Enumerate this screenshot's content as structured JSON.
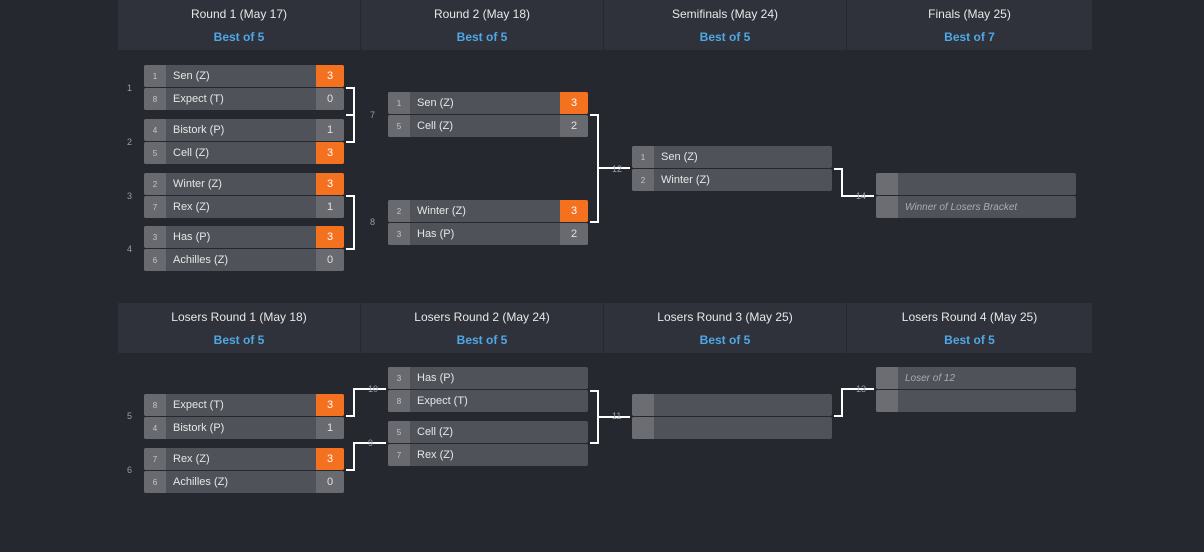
{
  "winners_headers": [
    {
      "title": "Round 1 (May 17)",
      "sub": "Best of 5"
    },
    {
      "title": "Round 2 (May 18)",
      "sub": "Best of 5"
    },
    {
      "title": "Semifinals (May 24)",
      "sub": "Best of 5"
    },
    {
      "title": "Finals (May 25)",
      "sub": "Best of 7"
    }
  ],
  "losers_headers": [
    {
      "title": "Losers Round 1 (May 18)",
      "sub": "Best of 5"
    },
    {
      "title": "Losers Round 2 (May 24)",
      "sub": "Best of 5"
    },
    {
      "title": "Losers Round 3 (May 25)",
      "sub": "Best of 5"
    },
    {
      "title": "Losers Round 4 (May 25)",
      "sub": "Best of 5"
    }
  ],
  "labels": {
    "m1": "1",
    "m2": "2",
    "m3": "3",
    "m4": "4",
    "m5": "5",
    "m6": "6",
    "m7": "7",
    "m8": "8",
    "m9": "9",
    "m10": "10",
    "m11": "11",
    "m12": "12",
    "m13": "13",
    "m14": "14"
  },
  "matches": {
    "m1": [
      {
        "seed": "1",
        "name": "Sen (Z)",
        "score": "3"
      },
      {
        "seed": "8",
        "name": "Expect (T)",
        "score": "0"
      }
    ],
    "m2": [
      {
        "seed": "4",
        "name": "Bistork (P)",
        "score": "1"
      },
      {
        "seed": "5",
        "name": "Cell (Z)",
        "score": "3"
      }
    ],
    "m3": [
      {
        "seed": "2",
        "name": "Winter (Z)",
        "score": "3"
      },
      {
        "seed": "7",
        "name": "Rex (Z)",
        "score": "1"
      }
    ],
    "m4": [
      {
        "seed": "3",
        "name": "Has (P)",
        "score": "3"
      },
      {
        "seed": "6",
        "name": "Achilles (Z)",
        "score": "0"
      }
    ],
    "m7": [
      {
        "seed": "1",
        "name": "Sen (Z)",
        "score": "3"
      },
      {
        "seed": "5",
        "name": "Cell (Z)",
        "score": "2"
      }
    ],
    "m8": [
      {
        "seed": "2",
        "name": "Winter (Z)",
        "score": "3"
      },
      {
        "seed": "3",
        "name": "Has (P)",
        "score": "2"
      }
    ],
    "m12": [
      {
        "seed": "1",
        "name": "Sen (Z)",
        "score": ""
      },
      {
        "seed": "2",
        "name": "Winter (Z)",
        "score": ""
      }
    ],
    "m14": [
      {
        "seed": "",
        "name": "",
        "score": ""
      },
      {
        "seed": "",
        "name": "Winner of Losers Bracket",
        "score": ""
      }
    ],
    "m5": [
      {
        "seed": "8",
        "name": "Expect (T)",
        "score": "3"
      },
      {
        "seed": "4",
        "name": "Bistork (P)",
        "score": "1"
      }
    ],
    "m6": [
      {
        "seed": "7",
        "name": "Rex (Z)",
        "score": "3"
      },
      {
        "seed": "6",
        "name": "Achilles (Z)",
        "score": "0"
      }
    ],
    "m10": [
      {
        "seed": "3",
        "name": "Has (P)",
        "score": ""
      },
      {
        "seed": "8",
        "name": "Expect (T)",
        "score": ""
      }
    ],
    "m9": [
      {
        "seed": "5",
        "name": "Cell (Z)",
        "score": ""
      },
      {
        "seed": "7",
        "name": "Rex (Z)",
        "score": ""
      }
    ],
    "m11": [
      {
        "seed": "",
        "name": "",
        "score": ""
      },
      {
        "seed": "",
        "name": "",
        "score": ""
      }
    ],
    "m13": [
      {
        "seed": "",
        "name": "Loser of 12",
        "score": ""
      },
      {
        "seed": "",
        "name": "",
        "score": ""
      }
    ]
  },
  "colors": {
    "win_score": "#f47120",
    "header_sub": "#4fa8e6"
  }
}
